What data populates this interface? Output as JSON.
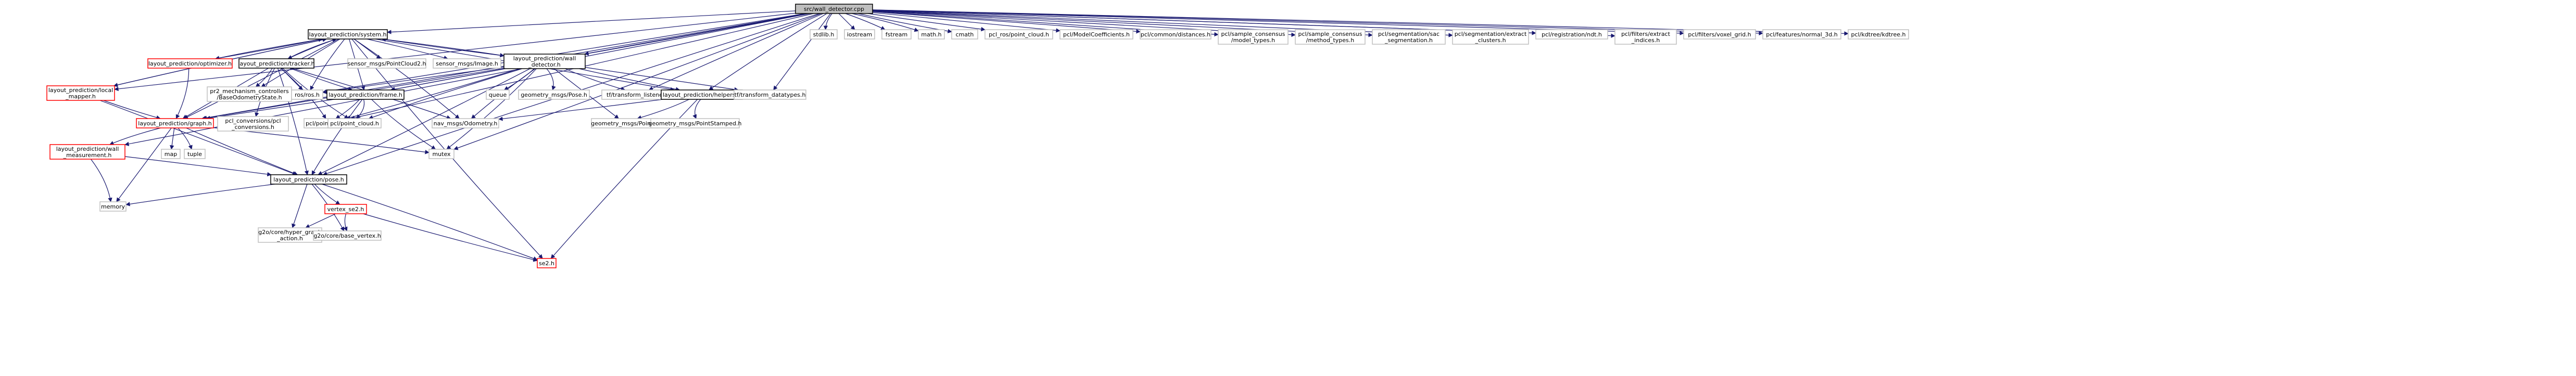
{
  "diagram": {
    "style": {
      "edge_color": "#191970",
      "node_border_normal": "#000000",
      "node_border_missing": "#bfbfbf",
      "node_border_linked": "#ff0000",
      "root_fill": "#bfbfbf",
      "node_fill": "#ffffff"
    },
    "nodes": [
      {
        "id": "root",
        "lines": [
          "src/wall_detector.cpp"
        ],
        "kind": "root"
      },
      {
        "id": "system",
        "lines": [
          "layout_prediction/system.h"
        ],
        "kind": "normal"
      },
      {
        "id": "stdlib",
        "lines": [
          "stdlib.h"
        ],
        "kind": "missing"
      },
      {
        "id": "iostream",
        "lines": [
          "iostream"
        ],
        "kind": "missing"
      },
      {
        "id": "fstream",
        "lines": [
          "fstream"
        ],
        "kind": "missing"
      },
      {
        "id": "math",
        "lines": [
          "math.h"
        ],
        "kind": "missing"
      },
      {
        "id": "cmath",
        "lines": [
          "cmath"
        ],
        "kind": "missing"
      },
      {
        "id": "pclpc",
        "lines": [
          "pcl_ros/point_cloud.h"
        ],
        "kind": "missing"
      },
      {
        "id": "pclmc",
        "lines": [
          "pcl/ModelCoefficients.h"
        ],
        "kind": "missing"
      },
      {
        "id": "pcldist",
        "lines": [
          "pcl/common/distances.h"
        ],
        "kind": "missing"
      },
      {
        "id": "pclsc1",
        "lines": [
          "pcl/sample_consensus",
          "/model_types.h"
        ],
        "kind": "missing"
      },
      {
        "id": "pclsc2",
        "lines": [
          "pcl/sample_consensus",
          "/method_types.h"
        ],
        "kind": "missing"
      },
      {
        "id": "pclsacseg",
        "lines": [
          "pcl/segmentation/sac",
          "_segmentation.h"
        ],
        "kind": "missing"
      },
      {
        "id": "pclext",
        "lines": [
          "pcl/segmentation/extract",
          "_clusters.h"
        ],
        "kind": "missing"
      },
      {
        "id": "pclndt",
        "lines": [
          "pcl/registration/ndt.h"
        ],
        "kind": "missing"
      },
      {
        "id": "pclextind",
        "lines": [
          "pcl/filters/extract",
          "_indices.h"
        ],
        "kind": "missing"
      },
      {
        "id": "pclvoxel",
        "lines": [
          "pcl/filters/voxel_grid.h"
        ],
        "kind": "missing"
      },
      {
        "id": "pclnormal",
        "lines": [
          "pcl/features/normal_3d.h"
        ],
        "kind": "missing"
      },
      {
        "id": "pclkdtree",
        "lines": [
          "pcl/kdtree/kdtree.h"
        ],
        "kind": "missing"
      },
      {
        "id": "optimizer",
        "lines": [
          "layout_prediction/optimizer.h"
        ],
        "kind": "linked"
      },
      {
        "id": "tracker",
        "lines": [
          "layout_prediction/tracker.h"
        ],
        "kind": "normal"
      },
      {
        "id": "sensorpc",
        "lines": [
          "sensor_msgs/PointCloud2.h"
        ],
        "kind": "missing"
      },
      {
        "id": "sensorimg",
        "lines": [
          "sensor_msgs/Image.h"
        ],
        "kind": "missing"
      },
      {
        "id": "walldet",
        "lines": [
          "layout_prediction/wall",
          "_detector.h"
        ],
        "kind": "normal"
      },
      {
        "id": "localmap",
        "lines": [
          "layout_prediction/local",
          "_mapper.h"
        ],
        "kind": "linked"
      },
      {
        "id": "pr2",
        "lines": [
          "pr2_mechanism_controllers",
          "/BaseOdometryState.h"
        ],
        "kind": "missing"
      },
      {
        "id": "rosh",
        "lines": [
          "ros/ros.h"
        ],
        "kind": "missing"
      },
      {
        "id": "frame",
        "lines": [
          "layout_prediction/frame.h"
        ],
        "kind": "normal"
      },
      {
        "id": "queue",
        "lines": [
          "queue"
        ],
        "kind": "missing"
      },
      {
        "id": "geopose",
        "lines": [
          "geometry_msgs/Pose.h"
        ],
        "kind": "missing"
      },
      {
        "id": "tflistener",
        "lines": [
          "tf/transform_listener.h"
        ],
        "kind": "missing"
      },
      {
        "id": "helpers",
        "lines": [
          "layout_prediction/helpers.h"
        ],
        "kind": "normal"
      },
      {
        "id": "tfdatatypes",
        "lines": [
          "tf/transform_datatypes.h"
        ],
        "kind": "missing"
      },
      {
        "id": "graph",
        "lines": [
          "layout_prediction/graph.h"
        ],
        "kind": "linked"
      },
      {
        "id": "pclconv",
        "lines": [
          "pcl_conversions/pcl",
          "_conversions.h"
        ],
        "kind": "missing"
      },
      {
        "id": "pointtypes",
        "lines": [
          "pcl/point_types.h"
        ],
        "kind": "missing"
      },
      {
        "id": "pointcloud",
        "lines": [
          "pcl/point_cloud.h"
        ],
        "kind": "missing"
      },
      {
        "id": "navodom",
        "lines": [
          "nav_msgs/Odometry.h"
        ],
        "kind": "missing"
      },
      {
        "id": "geopoint",
        "lines": [
          "geometry_msgs/Point.h"
        ],
        "kind": "missing"
      },
      {
        "id": "geopointst",
        "lines": [
          "geometry_msgs/PointStamped.h"
        ],
        "kind": "missing"
      },
      {
        "id": "map",
        "lines": [
          "map"
        ],
        "kind": "missing"
      },
      {
        "id": "tuple",
        "lines": [
          "tuple"
        ],
        "kind": "missing"
      },
      {
        "id": "mutex",
        "lines": [
          "mutex"
        ],
        "kind": "missing"
      },
      {
        "id": "wallmeas",
        "lines": [
          "layout_prediction/wall",
          "_measurement.h"
        ],
        "kind": "linked"
      },
      {
        "id": "pose",
        "lines": [
          "layout_prediction/pose.h"
        ],
        "kind": "normal"
      },
      {
        "id": "vertexse2",
        "lines": [
          "vertex_se2.h"
        ],
        "kind": "linked"
      },
      {
        "id": "memory",
        "lines": [
          "memory"
        ],
        "kind": "missing"
      },
      {
        "id": "g2ohyper",
        "lines": [
          "g2o/core/hyper_graph",
          "_action.h"
        ],
        "kind": "missing"
      },
      {
        "id": "g2obase",
        "lines": [
          "g2o/core/base_vertex.h"
        ],
        "kind": "missing"
      },
      {
        "id": "se2",
        "lines": [
          "se2.h"
        ],
        "kind": "linked"
      }
    ],
    "edges": [
      [
        "root",
        "system"
      ],
      [
        "root",
        "stdlib"
      ],
      [
        "root",
        "iostream"
      ],
      [
        "root",
        "fstream"
      ],
      [
        "root",
        "math"
      ],
      [
        "root",
        "cmath"
      ],
      [
        "root",
        "pclpc"
      ],
      [
        "root",
        "pclmc"
      ],
      [
        "root",
        "pcldist"
      ],
      [
        "root",
        "pclsc1"
      ],
      [
        "root",
        "pclsc2"
      ],
      [
        "root",
        "pclsacseg"
      ],
      [
        "root",
        "pclext"
      ],
      [
        "root",
        "pclndt"
      ],
      [
        "root",
        "pclextind"
      ],
      [
        "root",
        "pclvoxel"
      ],
      [
        "root",
        "pclnormal"
      ],
      [
        "root",
        "pclkdtree"
      ],
      [
        "root",
        "walldet"
      ],
      [
        "root",
        "localmap"
      ],
      [
        "root",
        "frame"
      ],
      [
        "root",
        "helpers"
      ],
      [
        "root",
        "tfdatatypes"
      ],
      [
        "root",
        "graph"
      ],
      [
        "root",
        "wallmeas"
      ],
      [
        "root",
        "pose"
      ],
      [
        "root",
        "tflistener"
      ],
      [
        "root",
        "rosh"
      ],
      [
        "root",
        "mutex"
      ],
      [
        "root",
        "pointtypes"
      ],
      [
        "system",
        "optimizer"
      ],
      [
        "system",
        "tracker"
      ],
      [
        "system",
        "sensorpc"
      ],
      [
        "system",
        "sensorimg"
      ],
      [
        "system",
        "walldet"
      ],
      [
        "system",
        "localmap"
      ],
      [
        "system",
        "rosh"
      ],
      [
        "system",
        "frame"
      ],
      [
        "system",
        "graph"
      ],
      [
        "system",
        "navodom"
      ],
      [
        "system",
        "se2"
      ],
      [
        "system",
        "helpers"
      ],
      [
        "system",
        "pr2"
      ],
      [
        "optimizer",
        "system"
      ],
      [
        "optimizer",
        "graph"
      ],
      [
        "tracker",
        "system"
      ],
      [
        "tracker",
        "frame"
      ],
      [
        "tracker",
        "rosh"
      ],
      [
        "tracker",
        "pr2"
      ],
      [
        "tracker",
        "pointtypes"
      ],
      [
        "tracker",
        "pointcloud"
      ],
      [
        "tracker",
        "pclconv"
      ],
      [
        "tracker",
        "graph"
      ],
      [
        "tracker",
        "pose"
      ],
      [
        "tracker",
        "navodom"
      ],
      [
        "walldet",
        "system"
      ],
      [
        "walldet",
        "rosh"
      ],
      [
        "walldet",
        "frame"
      ],
      [
        "walldet",
        "queue"
      ],
      [
        "walldet",
        "geopose"
      ],
      [
        "walldet",
        "tflistener"
      ],
      [
        "walldet",
        "helpers"
      ],
      [
        "walldet",
        "tfdatatypes"
      ],
      [
        "walldet",
        "graph"
      ],
      [
        "walldet",
        "pointtypes"
      ],
      [
        "walldet",
        "pointcloud"
      ],
      [
        "walldet",
        "navodom"
      ],
      [
        "walldet",
        "geopoint"
      ],
      [
        "walldet",
        "pose"
      ],
      [
        "walldet",
        "mutex"
      ],
      [
        "localmap",
        "system"
      ],
      [
        "localmap",
        "graph"
      ],
      [
        "localmap",
        "pose"
      ],
      [
        "frame",
        "pointtypes"
      ],
      [
        "frame",
        "pointcloud"
      ],
      [
        "frame",
        "mutex"
      ],
      [
        "frame",
        "pose"
      ],
      [
        "frame",
        "graph"
      ],
      [
        "helpers",
        "navodom"
      ],
      [
        "helpers",
        "geopoint"
      ],
      [
        "helpers",
        "geopointst"
      ],
      [
        "helpers",
        "se2"
      ],
      [
        "graph",
        "map"
      ],
      [
        "graph",
        "tuple"
      ],
      [
        "graph",
        "mutex"
      ],
      [
        "graph",
        "wallmeas"
      ],
      [
        "graph",
        "pose"
      ],
      [
        "graph",
        "memory"
      ],
      [
        "wallmeas",
        "pose"
      ],
      [
        "wallmeas",
        "memory"
      ],
      [
        "pose",
        "memory"
      ],
      [
        "pose",
        "vertexse2"
      ],
      [
        "pose",
        "g2ohyper"
      ],
      [
        "pose",
        "g2obase"
      ],
      [
        "pose",
        "se2"
      ],
      [
        "vertexse2",
        "se2"
      ],
      [
        "vertexse2",
        "g2obase"
      ],
      [
        "vertexse2",
        "g2ohyper"
      ]
    ]
  }
}
